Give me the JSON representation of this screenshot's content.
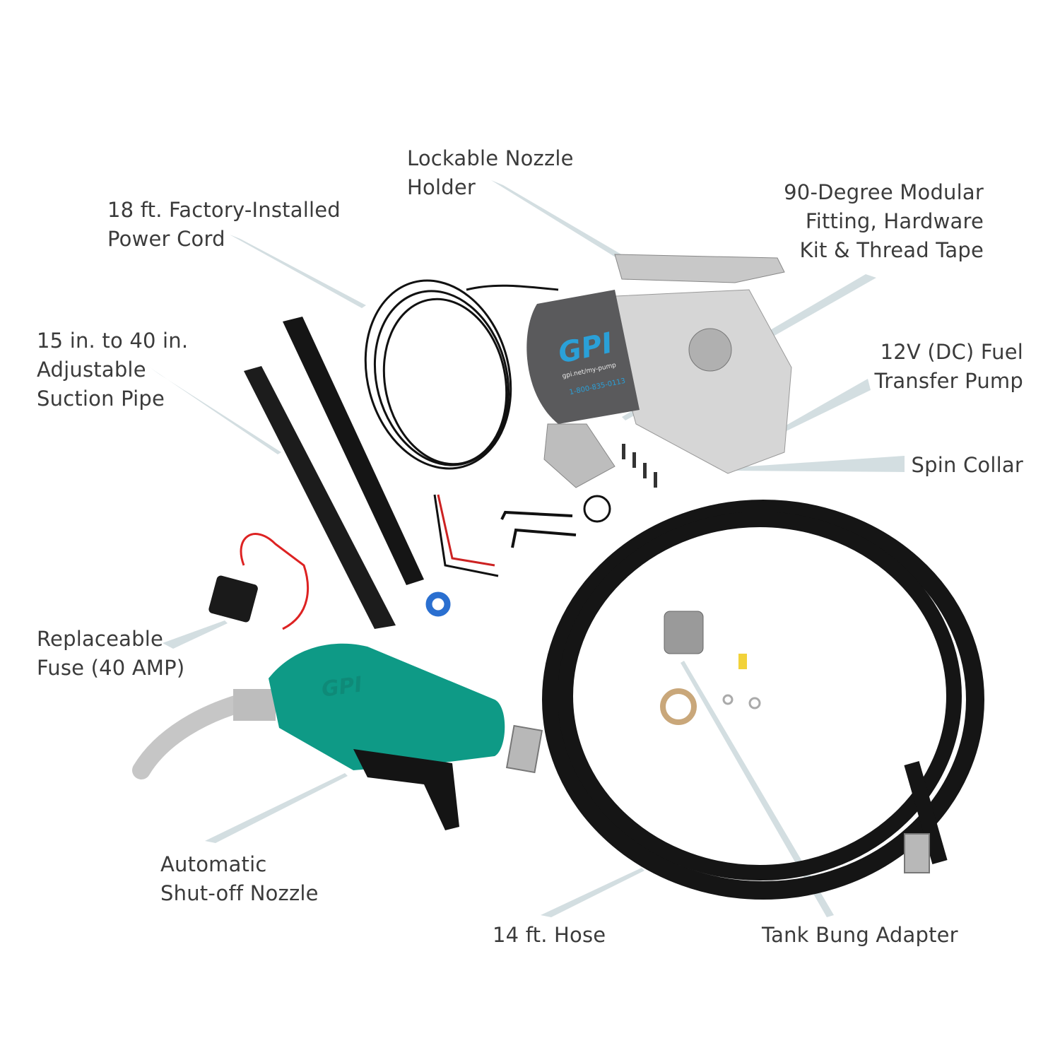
{
  "labels": {
    "nozzle_holder": [
      "Lockable Nozzle",
      "Holder"
    ],
    "power_cord": [
      "18 ft. Factory-Installed",
      "Power Cord"
    ],
    "fitting": [
      "90-Degree Modular",
      "Fitting, Hardware",
      "Kit & Thread Tape"
    ],
    "suction_pipe": [
      "15 in. to 40 in.",
      "Adjustable",
      "Suction Pipe"
    ],
    "pump": [
      "12V (DC) Fuel",
      "Transfer Pump"
    ],
    "spin_collar": [
      "Spin Collar"
    ],
    "fuse": [
      "Replaceable",
      "Fuse (40 AMP)"
    ],
    "nozzle": [
      "Automatic",
      "Shut-off Nozzle"
    ],
    "hose": [
      "14 ft. Hose"
    ],
    "bung": [
      "Tank Bung Adapter"
    ]
  },
  "product": {
    "logo": "GPI",
    "url": "gpi.net/my-pump",
    "phone": "1-800-835-0113"
  },
  "colors": {
    "leader": "#d3dee1",
    "text": "#3b3b3b",
    "pump_body": "#5a5a5c",
    "brand_blue": "#2aa0d8",
    "nozzle_green": "#0e9a86",
    "hose": "#151515"
  }
}
